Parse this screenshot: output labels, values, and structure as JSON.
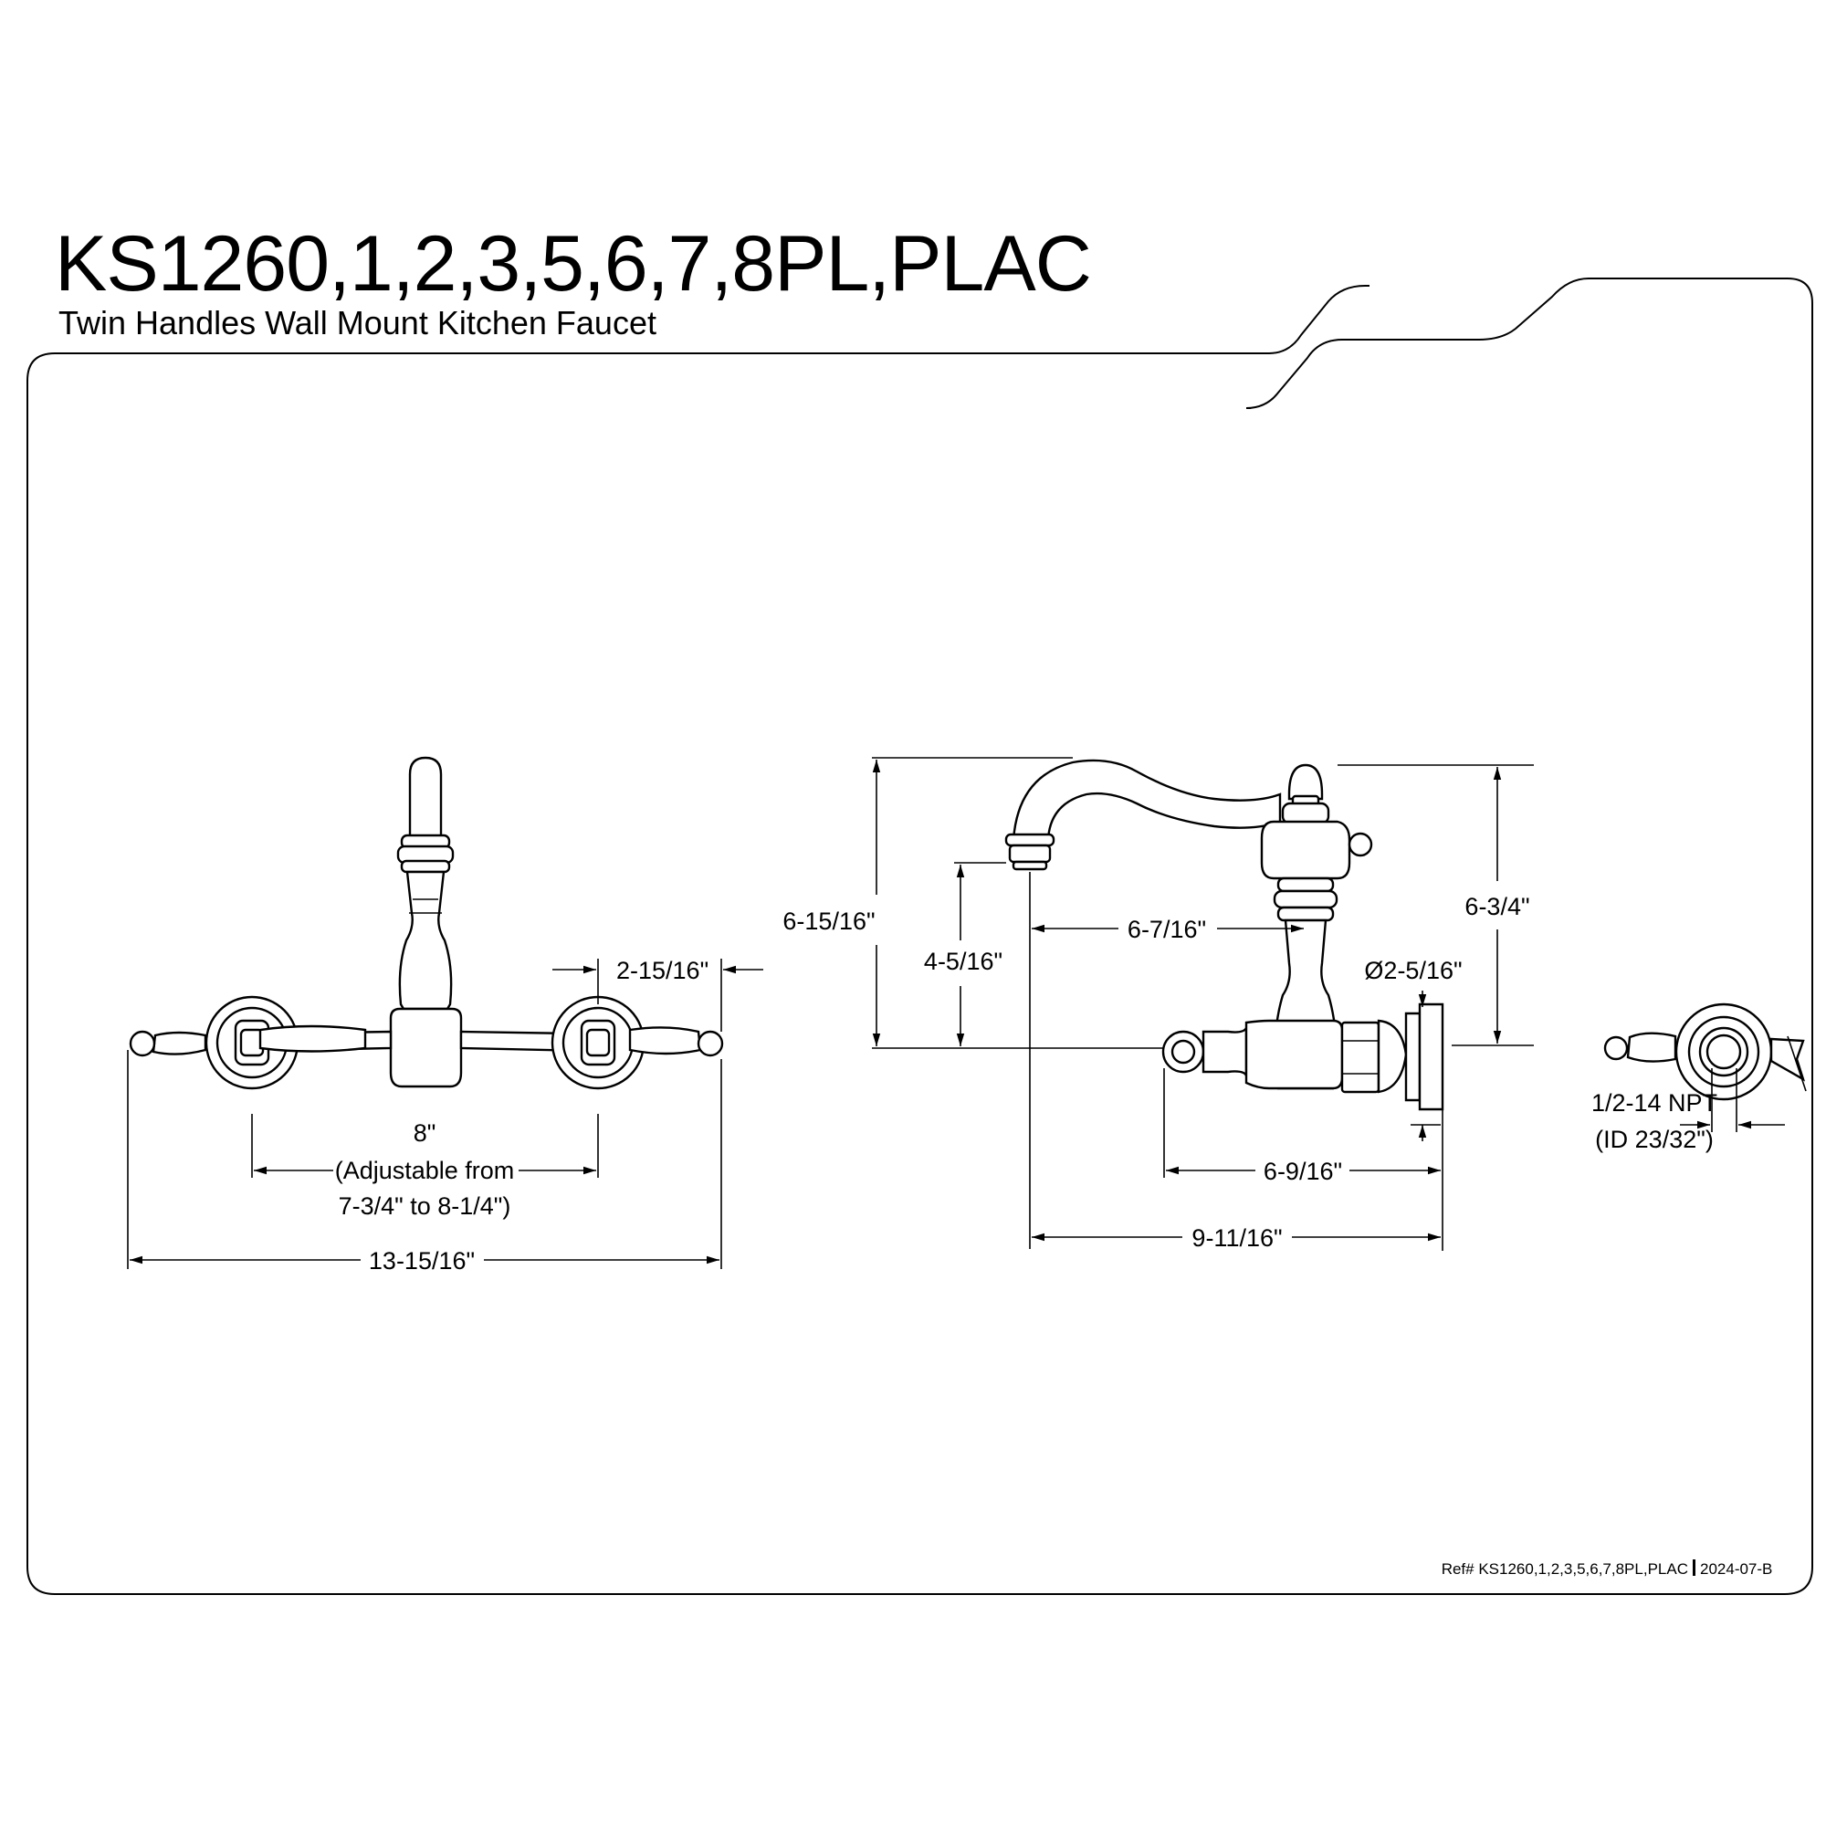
{
  "header": {
    "title": "KS1260,1,2,3,5,6,7,8PL,PLAC",
    "subtitle": "Twin Handles Wall Mount Kitchen Faucet"
  },
  "front_view": {
    "dim_handle_offset": "2-15/16\"",
    "dim_center": "8\"",
    "dim_center_note_1": "(Adjustable from",
    "dim_center_note_2": "7-3/4\" to 8-1/4\")",
    "dim_overall_width": "13-15/16\""
  },
  "side_view": {
    "dim_overall_height": "6-15/16\"",
    "dim_spout_height": "4-5/16\"",
    "dim_spout_reach_inner": "6-7/16\"",
    "dim_flange_diameter": "Ø2-5/16\"",
    "dim_handle_height": "6-3/4\"",
    "dim_body_depth": "6-9/16\"",
    "dim_spout_reach": "9-11/16\""
  },
  "end_view": {
    "dim_thread": "1/2-14 NPT",
    "dim_thread_id": "(ID 23/32\")"
  },
  "footer": {
    "ref": "Ref# KS1260,1,2,3,5,6,7,8PL,PLAC",
    "revision": "2024-07-B"
  }
}
